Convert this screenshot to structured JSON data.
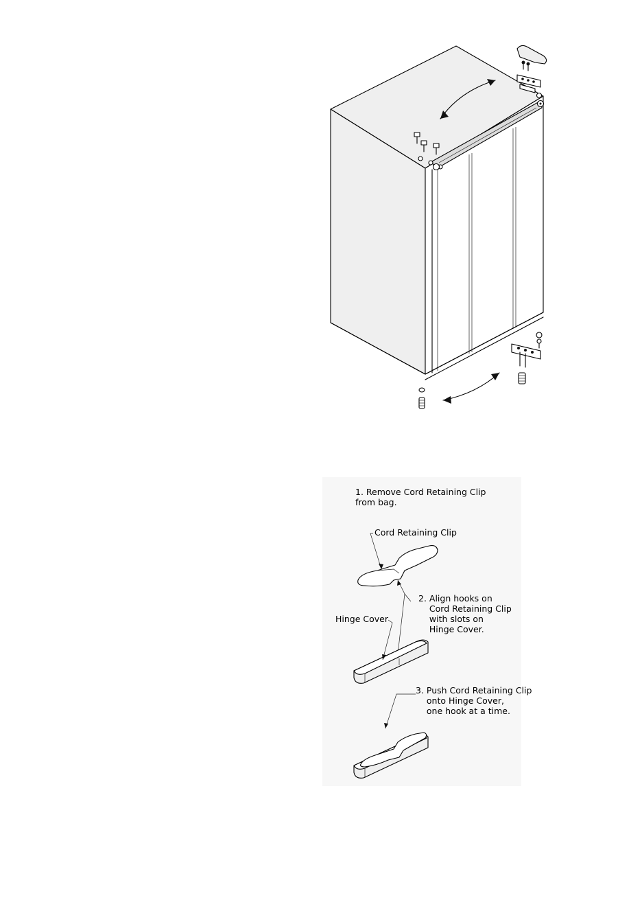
{
  "steps": {
    "step1": "1. Remove Cord Retaining Clip\nfrom bag.",
    "step2": "2. Align hooks on\n    Cord Retaining Clip\n    with slots on\n    Hinge Cover.",
    "step3": "3. Push Cord Retaining Clip\n    onto Hinge Cover,\n    one hook at a time."
  },
  "callouts": {
    "cord_retaining_clip": "Cord Retaining Clip",
    "hinge_cover": "Hinge Cover"
  },
  "icons": [
    "swap-arrow-icon",
    "screw-icon",
    "hinge-plate-icon",
    "leveling-foot-icon"
  ]
}
